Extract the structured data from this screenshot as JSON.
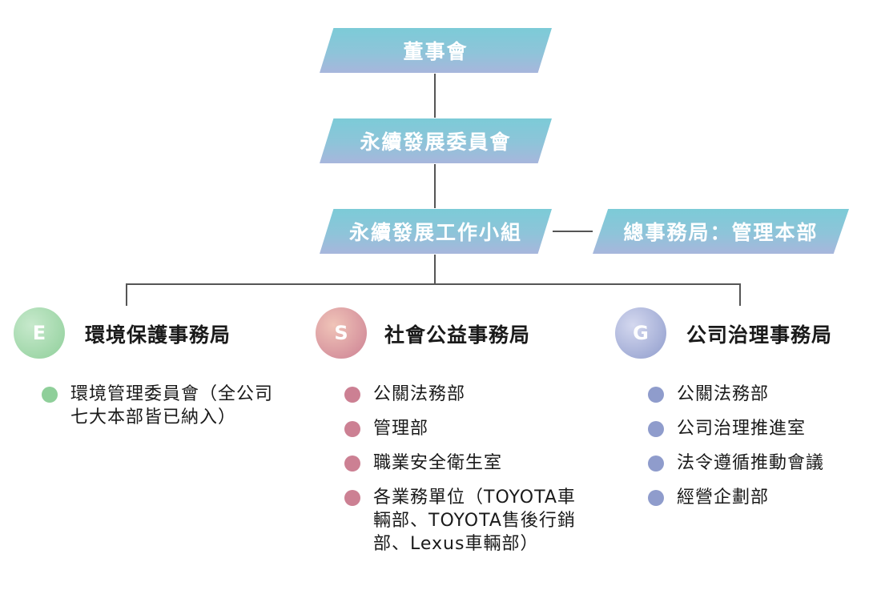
{
  "chart": {
    "board": "董事會",
    "committee": "永續發展委員會",
    "task_force": "永續發展工作小組",
    "secretariat": "總事務局：管理本部"
  },
  "branches": [
    {
      "letter": "E",
      "title": "環境保護事務局",
      "color": "#8fcf9a",
      "items": [
        "環境管理委員會（全公司七大本部皆已納入）"
      ]
    },
    {
      "letter": "S",
      "title": "社會公益事務局",
      "color": "#cc8093",
      "items": [
        "公關法務部",
        "管理部",
        "職業安全衛生室",
        "各業務單位（TOYOTA車輛部、TOYOTA售後行銷部、Lexus車輛部）"
      ]
    },
    {
      "letter": "G",
      "title": "公司治理事務局",
      "color": "#8f9ccc",
      "items": [
        "公關法務部",
        "公司治理推進室",
        "法令遵循推動會議",
        "經營企劃部"
      ]
    }
  ]
}
